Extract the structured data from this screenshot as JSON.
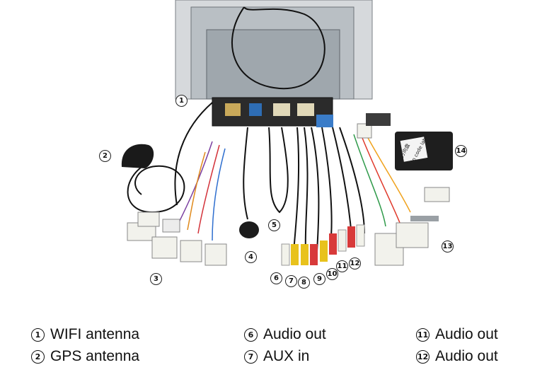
{
  "callouts": [
    "1",
    "2",
    "3",
    "4",
    "5",
    "6",
    "7",
    "8",
    "9",
    "10",
    "11",
    "12",
    "13",
    "14"
  ],
  "legend": [
    {
      "num": "1",
      "label": "WIFI antenna"
    },
    {
      "num": "2",
      "label": "GPS antenna"
    },
    {
      "num": "6",
      "label": "Audio out"
    },
    {
      "num": "7",
      "label": "AUX in"
    },
    {
      "num": "11",
      "label": "Audio out"
    },
    {
      "num": "12",
      "label": "Audio out"
    }
  ],
  "module": {
    "line1": "方向盘",
    "line2": "Tin code lab"
  },
  "colors": {
    "cable": "#111111",
    "connector": "#f2f2ec",
    "unit": "#b9bfc4",
    "rca_red": "#d83a3a",
    "rca_yellow": "#e8c21c"
  }
}
